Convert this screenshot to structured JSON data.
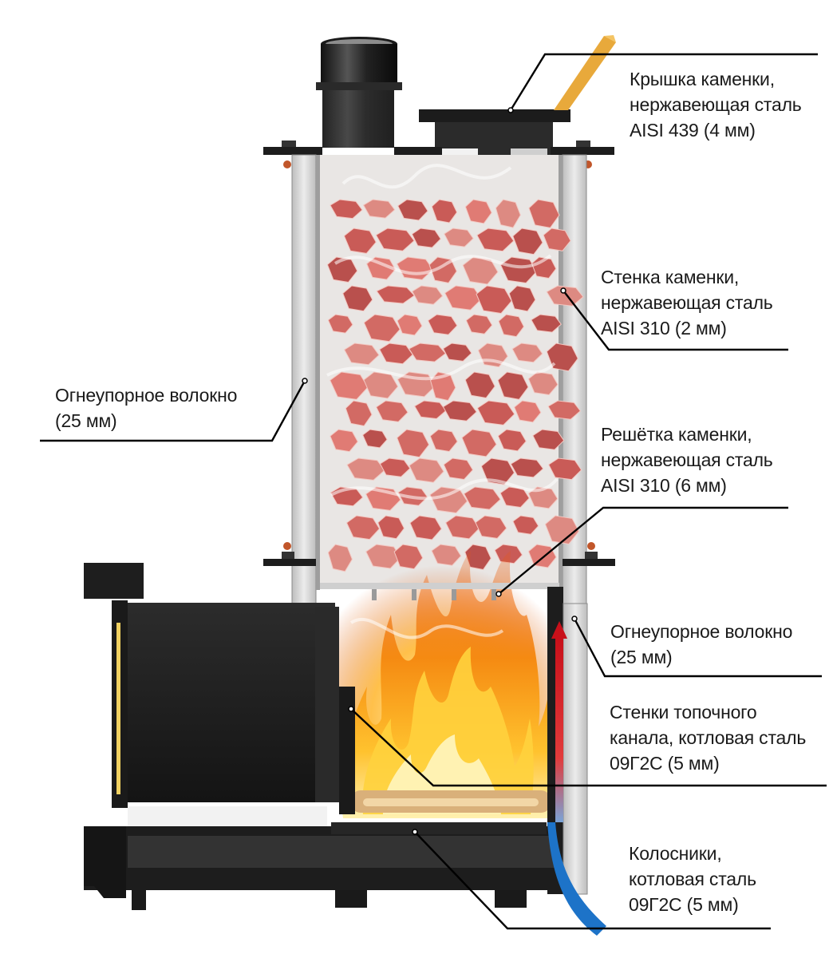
{
  "colors": {
    "steel_light": "#e4e4e4",
    "steel_dark": "#1b1b1b",
    "stone": "#d26a64",
    "flame": "#f7a21a",
    "hot_arrow": "#d8141b",
    "cold_arrow": "#1d73c8",
    "callout_line": "#000000",
    "bolt": "#c1562a"
  },
  "labels": {
    "lid": {
      "line1": "Крышка каменки,",
      "line2": "нержавеющая сталь",
      "line3": "AISI 439 (4 мм)"
    },
    "wall": {
      "line1": "Стенка каменки,",
      "line2": "нержавеющая сталь",
      "line3": "AISI 310 (2 мм)"
    },
    "fiber_left": {
      "line1": "Огнеупорное волокно",
      "line2": "(25 мм)"
    },
    "grate": {
      "line1": "Решётка каменки,",
      "line2": "нержавеющая сталь",
      "line3": "AISI 310 (6 мм)"
    },
    "fiber_right": {
      "line1": "Огнеупорное волокно",
      "line2": "(25 мм)"
    },
    "channel": {
      "line1": "Стенки топочного",
      "line2": "канала, котловая сталь",
      "line3": "09Г2С (5 мм)"
    },
    "grates_bottom": {
      "line1": "Колосники,",
      "line2": "котловая сталь",
      "line3": "09Г2С (5 мм)"
    }
  },
  "icons": [
    "chimney-pipe-icon",
    "fire-icon",
    "stones-icon",
    "hot-air-arrow-icon",
    "cold-air-arrow-icon"
  ]
}
